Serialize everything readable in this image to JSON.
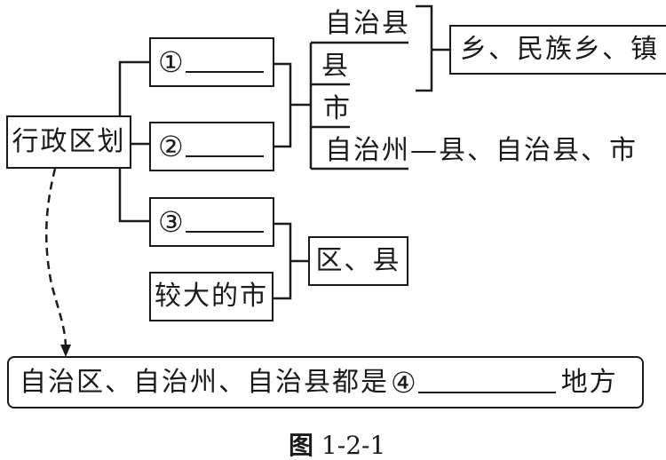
{
  "diagram": {
    "root": {
      "label": "行政区划"
    },
    "branches": [
      {
        "number": "①",
        "answer": ""
      },
      {
        "number": "②",
        "answer": ""
      },
      {
        "number": "③",
        "answer": ""
      }
    ],
    "level2_list": [
      "自治县",
      "县",
      "市",
      "自治州"
    ],
    "prefecture_subdivisions": "—县、自治县、市",
    "county_subdivisions": "乡、民族乡、镇",
    "large_city": {
      "label": "较大的市"
    },
    "district_county": {
      "label": "区、县"
    },
    "note": {
      "prefix": "自治区、自治州、自治县都是",
      "number": "④",
      "answer": "",
      "suffix": "地方"
    },
    "caption": {
      "prefix": "图",
      "number": "1-2-1"
    }
  }
}
